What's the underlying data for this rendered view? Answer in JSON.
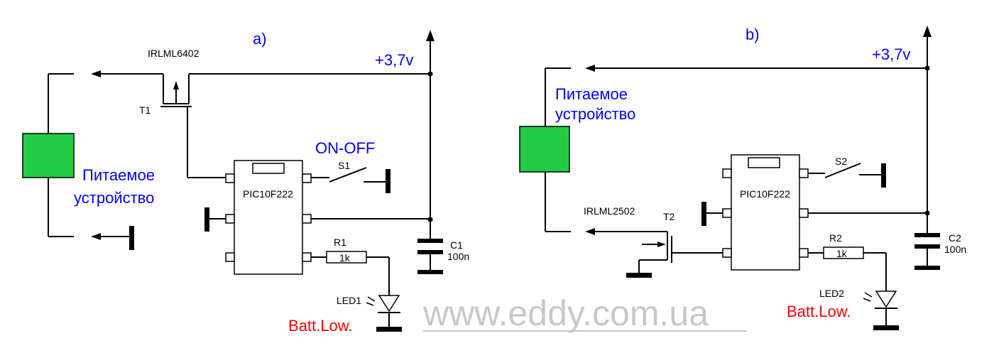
{
  "colors": {
    "wire": "#000000",
    "load_box": "#22cc44",
    "voltage_label": "#0000ff",
    "warning_label": "#ff0000",
    "watermark": "#c8c8c8"
  },
  "circuit_a": {
    "heading": "a)",
    "supply": "+3,7v",
    "transistor_part": "IRLML6402",
    "transistor_ref": "T1",
    "ic_label": "PIC10F222",
    "switch_caption": "ON-OFF",
    "switch_ref": "S1",
    "resistor_ref": "R1",
    "resistor_value": "1k",
    "capacitor_ref": "C1",
    "capacitor_value": "100n",
    "led_ref": "LED1",
    "led_caption": "Batt.Low.",
    "load_line1": "Питаемое",
    "load_line2": "устройство"
  },
  "circuit_b": {
    "heading": "b)",
    "supply": "+3,7v",
    "transistor_part": "IRLML2502",
    "transistor_ref": "T2",
    "ic_label": "PIC10F222",
    "switch_ref": "S2",
    "resistor_ref": "R2",
    "resistor_value": "1k",
    "capacitor_ref": "C2",
    "capacitor_value": "100n",
    "led_ref": "LED2",
    "led_caption": "Batt.Low.",
    "load_line1": "Питаемое",
    "load_line2": "устройство"
  },
  "watermark": "www.eddy.com.ua"
}
